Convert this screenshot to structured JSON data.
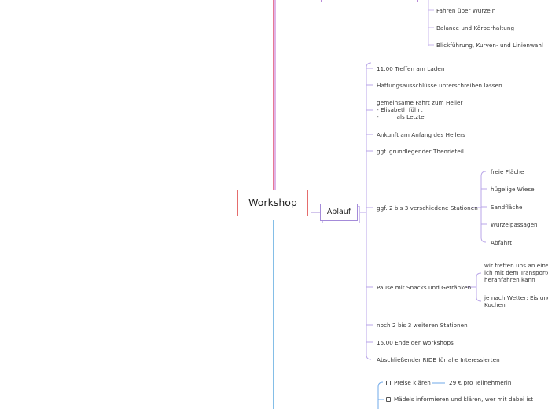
{
  "root": {
    "label": "Workshop"
  },
  "ablauf": {
    "label": "Ablauf"
  },
  "top_items": [
    "Fahren über Wurzeln",
    "Balance und Körperhaltung",
    "Blickführung, Kurven- und Linienwahl"
  ],
  "ablauf_items": [
    "11.00 Treffen am Laden",
    "Haftungsausschlüsse unterschreiben lassen",
    "gemeinsame Fahrt zum Heller",
    "- Elisabeth führt",
    "- _____ als Letzte",
    "Ankunft am Anfang des Hellers",
    "ggf. grundlegender Theorieteil",
    "ggf. 2 bis 3 verschiedene Stationen",
    "Pause mit Snacks und Getränken",
    "noch 2 bis 3 weiteren Stationen",
    "15.00 Ende der Workshops",
    "Abschließender RIDE  für alle Interessierten"
  ],
  "stationen": [
    "freie Fläche",
    "hügelige Wiese",
    "Sandfläche",
    "Wurzelpassagen",
    "Abfahrt"
  ],
  "pause_notes": [
    "wir treffen uns an einer d",
    "ich mit dem Transporter",
    "heranfahren kann",
    "je nach Wetter: Eis und o",
    "Kuchen"
  ],
  "tasks": [
    {
      "label": "Preise klären",
      "value": "29 € pro Teilnehmerin"
    },
    {
      "label": "Mädels informieren und klären, wer mit dabei ist",
      "value": ""
    }
  ],
  "colors": {
    "root": "#e56d6d",
    "purple_branch": "#b16ac7",
    "ablauf_branch": "#a48bd9",
    "blue_branch": "#4fa3dd",
    "task_branch": "#6fa8e8"
  }
}
